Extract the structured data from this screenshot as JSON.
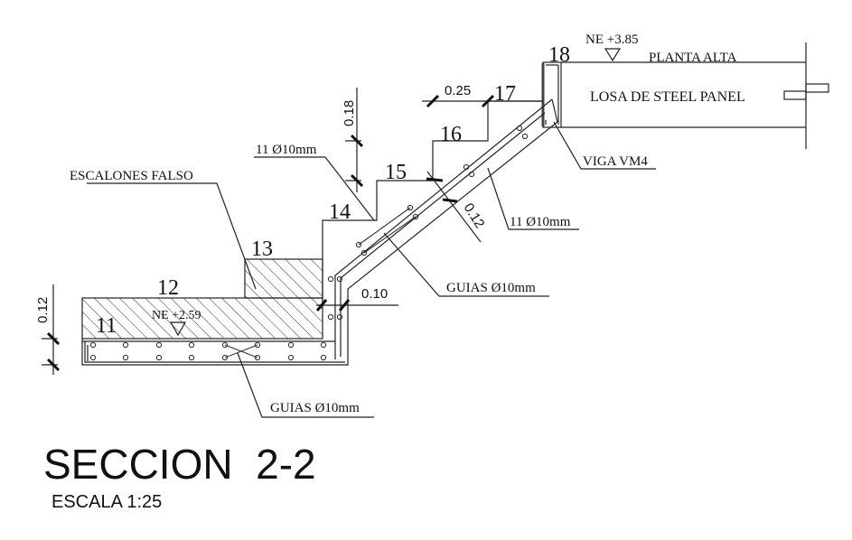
{
  "drawing": {
    "title": "SECCION  2-2",
    "scale": "ESCALA 1:25",
    "step_numbers": [
      "11",
      "12",
      "13",
      "14",
      "15",
      "16",
      "17",
      "18"
    ],
    "levels": {
      "upper": "NE +3.85",
      "lower": "NE +2.59"
    },
    "labels": {
      "upper_floor": "PLANTA ALTA",
      "slab": "LOSA DE  STEEL PANEL",
      "beam": "VIGA VM4",
      "false_steps": "ESCALONES  FALSO",
      "rebar_top": "11 Ø10mm",
      "rebar_bottom": "11 Ø10mm",
      "guides_ramp": "GUIAS Ø10mm",
      "guides_base": "GUIAS Ø10mm"
    },
    "dimensions": {
      "riser": "0.18",
      "tread": "0.25",
      "ramp_thickness": "0.12",
      "wall_thickness": "0.10",
      "base_thickness": "0.12"
    }
  }
}
